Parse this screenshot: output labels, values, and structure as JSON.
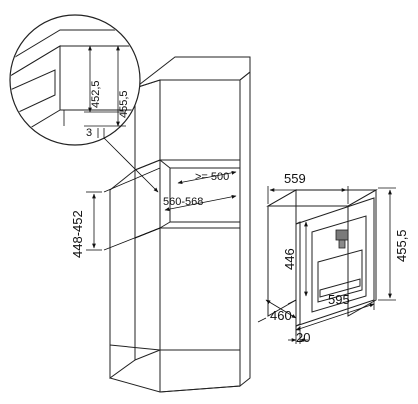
{
  "dimensions": {
    "cabinet_left_height": "448-452",
    "niche_width": "560-568",
    "niche_depth": ">= 500",
    "detail_height_1": "452,5",
    "detail_height_2": "455,5",
    "detail_gap": "3",
    "appliance_width_top": "559",
    "appliance_height_front": "446",
    "appliance_height_total": "455,5",
    "appliance_depth": "460",
    "appliance_front_width": "595",
    "appliance_panel_depth": "20"
  }
}
